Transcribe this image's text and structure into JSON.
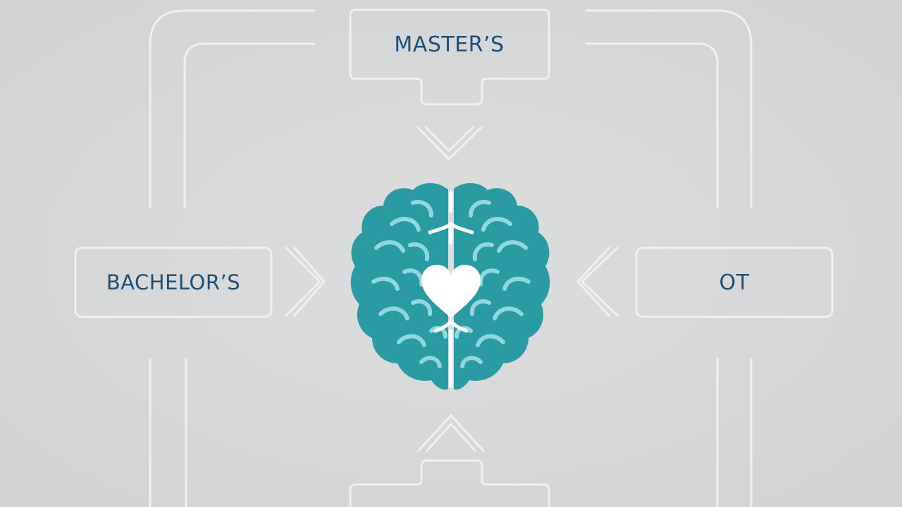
{
  "nodes": {
    "top": {
      "label": "MASTER’S"
    },
    "left": {
      "label": "BACHELOR’S"
    },
    "right": {
      "label": "OT"
    },
    "bottom": {
      "label": ""
    }
  },
  "center_icon": "brain-heart-icon",
  "colors": {
    "background": "#d8d9da",
    "box_stroke": "#eef1f2",
    "label_text": "#1d4f7a",
    "brain_fill": "#2a9ba3",
    "brain_lines": "#8fd8df",
    "heart_fill": "#ffffff"
  }
}
